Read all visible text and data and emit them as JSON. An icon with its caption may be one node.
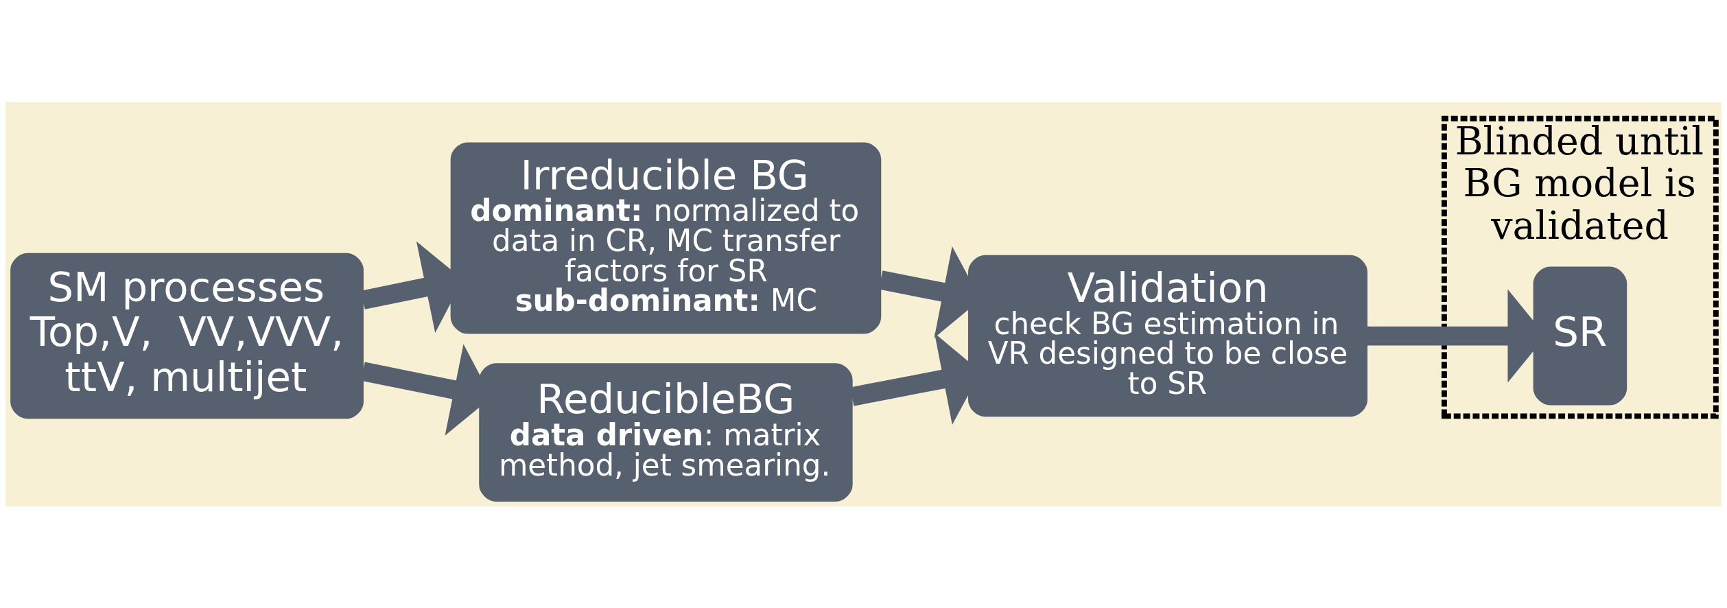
{
  "diagram": {
    "nodes": [
      {
        "text": [
          "SM processes Top,V,  VV,VVV, ttV, multijet"
        ]
      },
      {
        "text": [
          "Irreducible BG",
          "**dominant:** normalized to data in CR, MC transfer factors for SR",
          "**sub-dominant:** MC"
        ]
      },
      {
        "text": [
          "ReducibleBG",
          "**data driven**: matrix method, jet smearing."
        ]
      },
      {
        "text": [
          "Validation",
          "check BG estimation in VR designed to be close to SR"
        ]
      },
      {
        "text": [
          "Blinded until BG model is validated"
        ]
      },
      {
        "text": [
          "SR"
        ],
        "in": 4
      }
    ],
    "edges": [
      {
        "from": 0,
        "to": 1,
        "arrow": "to"
      },
      {
        "from": 0,
        "to": 2,
        "arrow": "to"
      },
      {
        "from": 1,
        "to": 3,
        "arrow": "to"
      },
      {
        "from": 2,
        "to": 3,
        "arrow": "to"
      },
      {
        "from": 3,
        "to": 5,
        "arrow": "to"
      }
    ]
  }
}
